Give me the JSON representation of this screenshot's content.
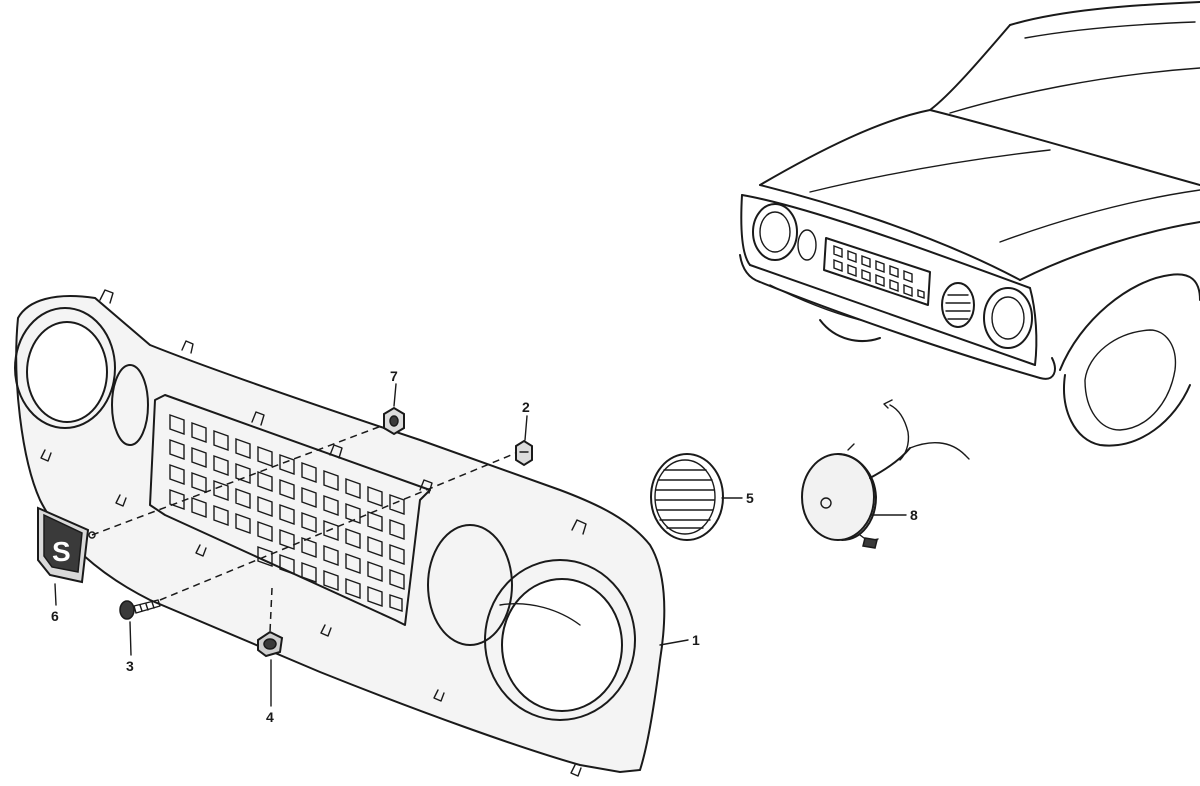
{
  "parts": [
    {
      "number": "1"
    },
    {
      "number": "2"
    },
    {
      "number": "3"
    },
    {
      "number": "4"
    },
    {
      "number": "5"
    },
    {
      "number": "6"
    },
    {
      "number": "7"
    },
    {
      "number": "8"
    }
  ],
  "emblem_letter": "S",
  "colors": {
    "ink": "#1a1a1a",
    "paper": "#ffffff"
  }
}
